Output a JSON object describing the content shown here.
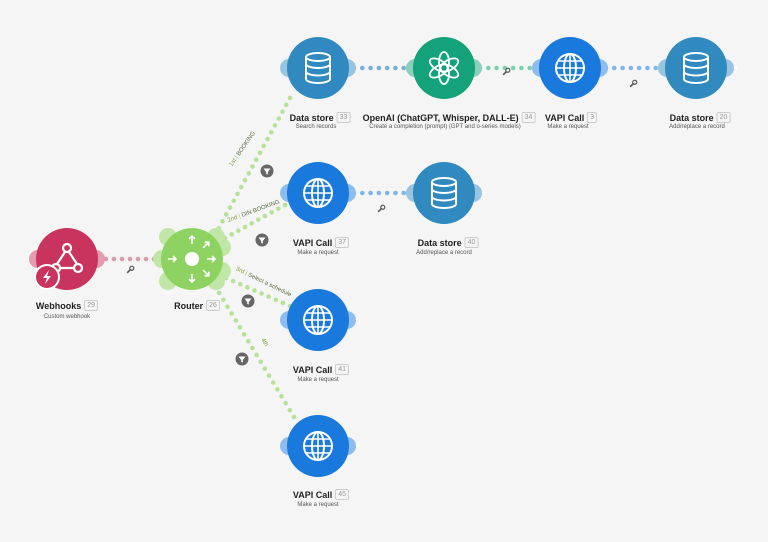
{
  "colors": {
    "background": "#f5f5f5",
    "webhooks": "#c8345e",
    "router": "#8ed361",
    "data_store": "#3089bf",
    "openai": "#14a27a",
    "vapi": "#1a79dc",
    "filter": "#666666"
  },
  "nodes": [
    {
      "key": "webhooks",
      "kind": "webhooks",
      "title": "Webhooks",
      "badge": "29",
      "subtitle": "Custom webhook",
      "icon": "webhook-icon"
    },
    {
      "key": "router",
      "kind": "router",
      "title": "Router",
      "badge": "26",
      "subtitle": "",
      "icon": "router-icon"
    },
    {
      "key": "ds1",
      "kind": "datastore",
      "title": "Data store",
      "badge": "33",
      "subtitle": "Search records",
      "icon": "database-icon"
    },
    {
      "key": "openai",
      "kind": "openai",
      "title": "OpenAI (ChatGPT, Whisper, DALL-E)",
      "badge": "34",
      "subtitle": "Create a completion (prompt) (GPT and o-series models)",
      "icon": "openai-icon"
    },
    {
      "key": "vapi1",
      "kind": "vapi",
      "title": "VAPI Call",
      "badge": "3",
      "subtitle": "Make a request",
      "icon": "globe-icon"
    },
    {
      "key": "ds2",
      "kind": "datastore",
      "title": "Data store",
      "badge": "20",
      "subtitle": "Add/replace a record",
      "icon": "database-icon"
    },
    {
      "key": "vapi2",
      "kind": "vapi",
      "title": "VAPI Call",
      "badge": "37",
      "subtitle": "Make a request",
      "icon": "globe-icon"
    },
    {
      "key": "ds3",
      "kind": "datastore",
      "title": "Data store",
      "badge": "40",
      "subtitle": "Add/replace a record",
      "icon": "database-icon"
    },
    {
      "key": "vapi3",
      "kind": "vapi",
      "title": "VAPI Call",
      "badge": "41",
      "subtitle": "Make a request",
      "icon": "globe-icon"
    },
    {
      "key": "vapi4",
      "kind": "vapi",
      "title": "VAPI Call",
      "badge": "45",
      "subtitle": "Make a request",
      "icon": "globe-icon"
    }
  ],
  "routes": [
    {
      "order": "1st",
      "name": "BOOKING"
    },
    {
      "order": "2nd",
      "name": "DIN BOOKING"
    },
    {
      "order": "3rd",
      "name": "Select a schedule"
    },
    {
      "order": "4th",
      "name": ""
    }
  ]
}
